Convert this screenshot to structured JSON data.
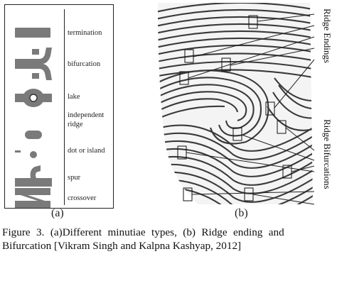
{
  "panel_a": {
    "labels": {
      "termination": "termination",
      "bifurcation": "bifurcation",
      "lake": "lake",
      "independent_1": "independent",
      "independent_2": "ridge",
      "dot": "dot or island",
      "spur": "spur",
      "crossover": "crossover"
    },
    "tag": "(a)"
  },
  "panel_b": {
    "annotations": {
      "ridge_endings": "Ridge Endings",
      "ridge_bifurcations": "Ridge Bifurcations"
    },
    "tag": "(b)"
  },
  "caption": {
    "line1": "Figure 3. (a)Different minutiae types, (b) Ridge ending and",
    "line2": "Bifurcation [Vikram Singh  and Kalpna Kashyap, 2012]"
  },
  "colors": {
    "symbol": "#7a7a7a",
    "border": "#222222",
    "fingerprint_ink": "#3a3a3a",
    "fingerprint_bg": "#f4f4f4"
  }
}
